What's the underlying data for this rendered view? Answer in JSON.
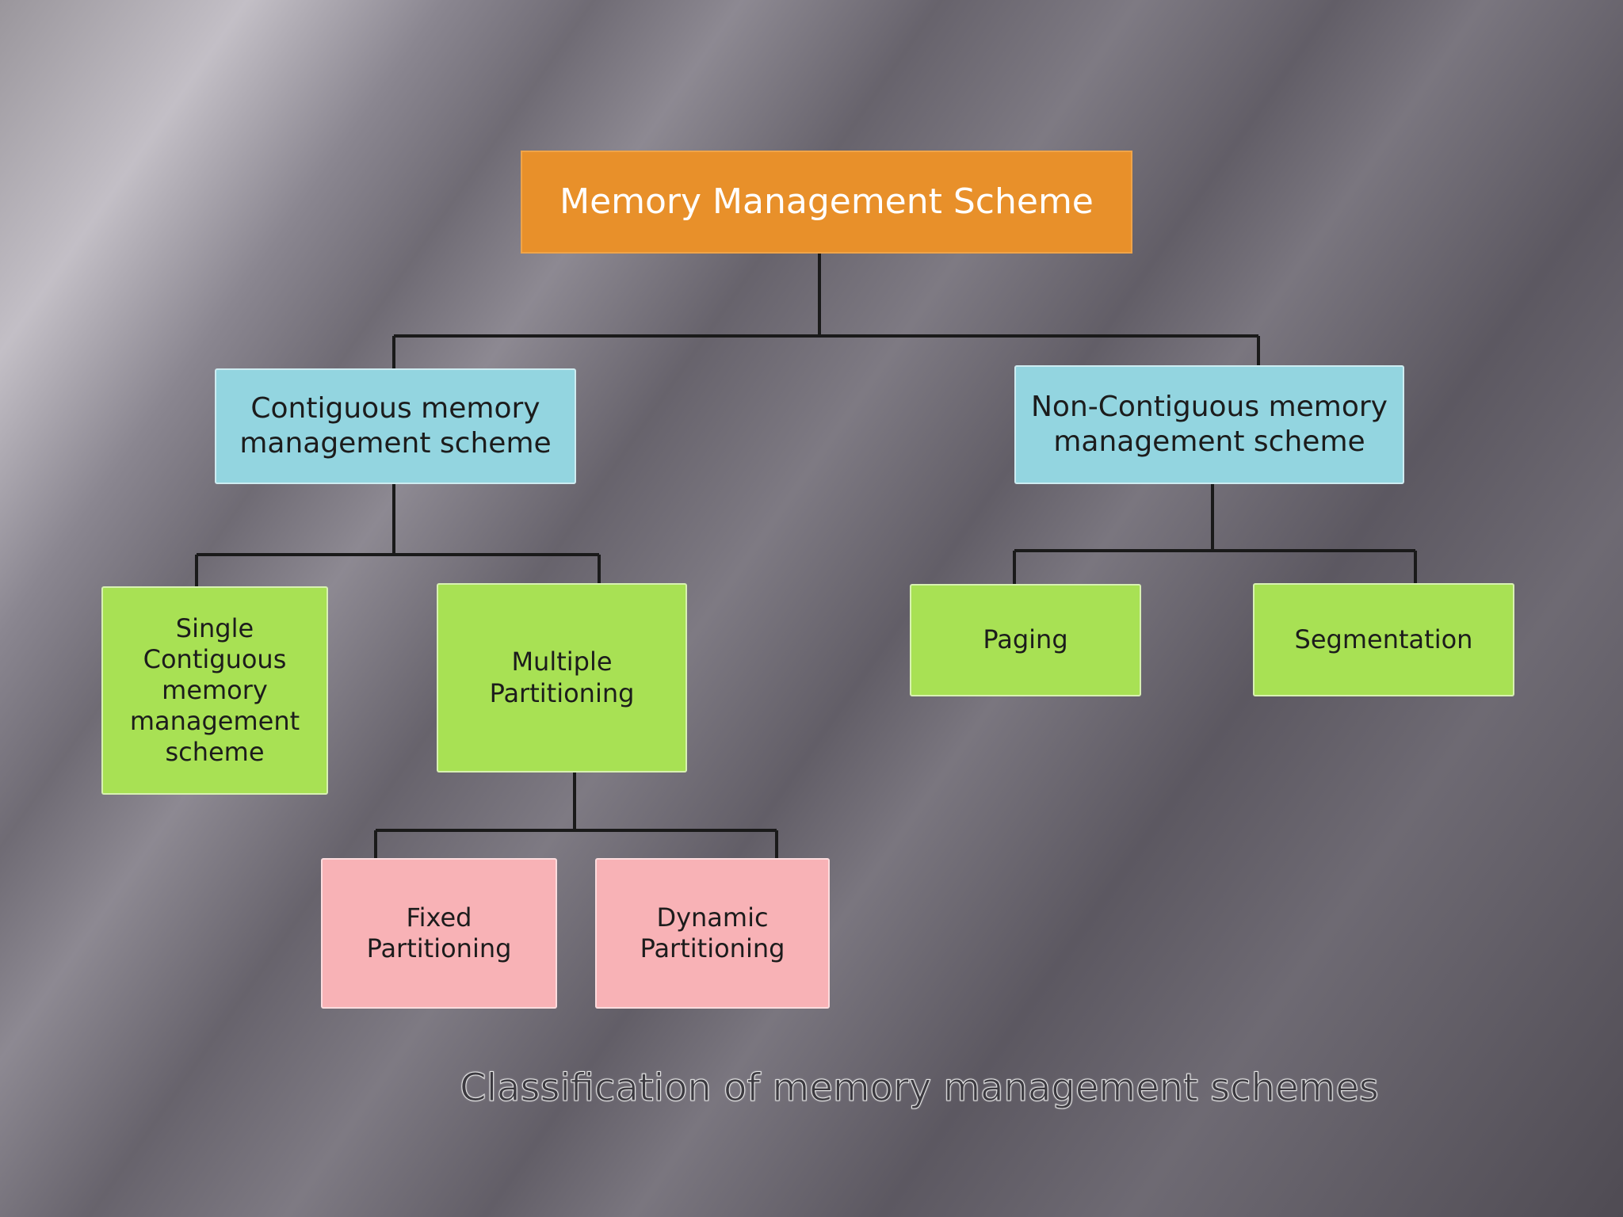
{
  "diagram": {
    "root": "Memory Management Scheme",
    "contiguous": "Contiguous memory\nmanagement scheme",
    "non_contiguous": "Non-Contiguous memory\nmanagement scheme",
    "single_contiguous": "Single\nContiguous\nmemory\nmanagement\nscheme",
    "multiple_partitioning": "Multiple\nPartitioning",
    "paging": "Paging",
    "segmentation": "Segmentation",
    "fixed_partitioning": "Fixed\nPartitioning",
    "dynamic_partitioning": "Dynamic\nPartitioning"
  },
  "caption": "Classification of memory management schemes",
  "colors": {
    "root": "#e8902a",
    "mid": "#93d5e0",
    "leaf": "#a8e154",
    "pink": "#f8b2b6",
    "connector": "#1a1a1a"
  }
}
